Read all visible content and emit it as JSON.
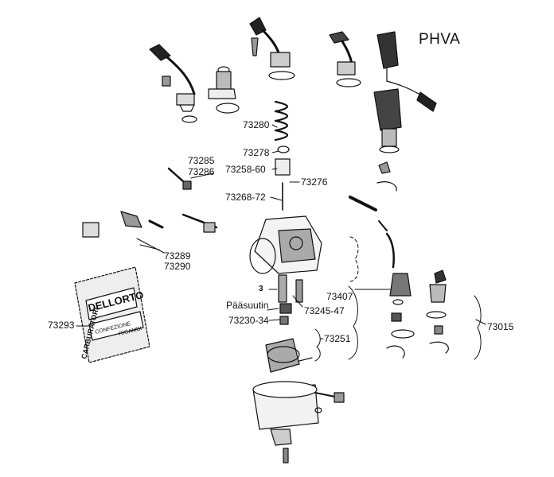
{
  "title": "PHVA",
  "labels": {
    "p73280": "73280",
    "p73278": "73278",
    "p73258": "73258-60",
    "p73276": "73276",
    "p73285": "73285",
    "p73286": "73286",
    "p73268": "73268-72",
    "p73289": "73289",
    "p73290": "73290",
    "p73293": "73293",
    "p3": "3",
    "paasuutin": "Pääsuutin",
    "p73245": "73245-47",
    "p73230": "73230-34",
    "p73407": "73407",
    "p73251": "73251",
    "p73015": "73015"
  },
  "packet_text": {
    "brand": "DELLORTO",
    "side": "CARBURATORI",
    "line1": "CONFEZIONE",
    "line2": "RICAMBI"
  }
}
